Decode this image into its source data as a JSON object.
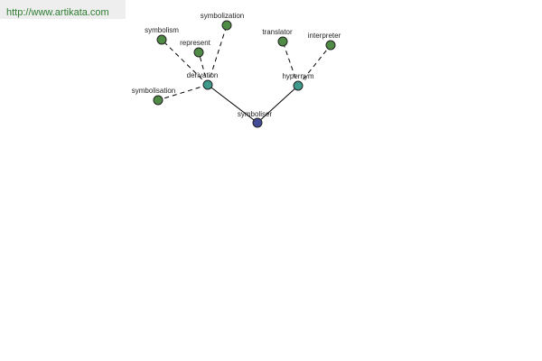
{
  "banner": {
    "url": "http://www.artikata.com"
  },
  "colors": {
    "root": "#434d96",
    "relation": "#3f9a8c",
    "leaf": "#4f8b45",
    "banner_text": "#2e7d32",
    "banner_bg": "#eeeeee"
  },
  "graph": {
    "nodes": [
      {
        "id": "symboliser",
        "label": "symboliser",
        "kind": "root"
      },
      {
        "id": "derivation",
        "label": "derivation",
        "kind": "relation"
      },
      {
        "id": "hypernym",
        "label": "hypernym",
        "kind": "relation"
      },
      {
        "id": "symbolism",
        "label": "symbolism",
        "kind": "leaf"
      },
      {
        "id": "symbolization",
        "label": "symbolization",
        "kind": "leaf"
      },
      {
        "id": "represent",
        "label": "represent",
        "kind": "leaf"
      },
      {
        "id": "symbolisation",
        "label": "symbolisation",
        "kind": "leaf"
      },
      {
        "id": "translator",
        "label": "translator",
        "kind": "leaf"
      },
      {
        "id": "interpreter",
        "label": "interpreter",
        "kind": "leaf"
      }
    ],
    "edges": [
      {
        "from": "symboliser",
        "to": "derivation",
        "style": "solid"
      },
      {
        "from": "symboliser",
        "to": "hypernym",
        "style": "solid"
      },
      {
        "from": "derivation",
        "to": "symbolism",
        "style": "dashed"
      },
      {
        "from": "derivation",
        "to": "symbolization",
        "style": "dashed"
      },
      {
        "from": "derivation",
        "to": "represent",
        "style": "dashed"
      },
      {
        "from": "derivation",
        "to": "symbolisation",
        "style": "dashed"
      },
      {
        "from": "hypernym",
        "to": "translator",
        "style": "dashed"
      },
      {
        "from": "hypernym",
        "to": "interpreter",
        "style": "dashed"
      }
    ]
  }
}
